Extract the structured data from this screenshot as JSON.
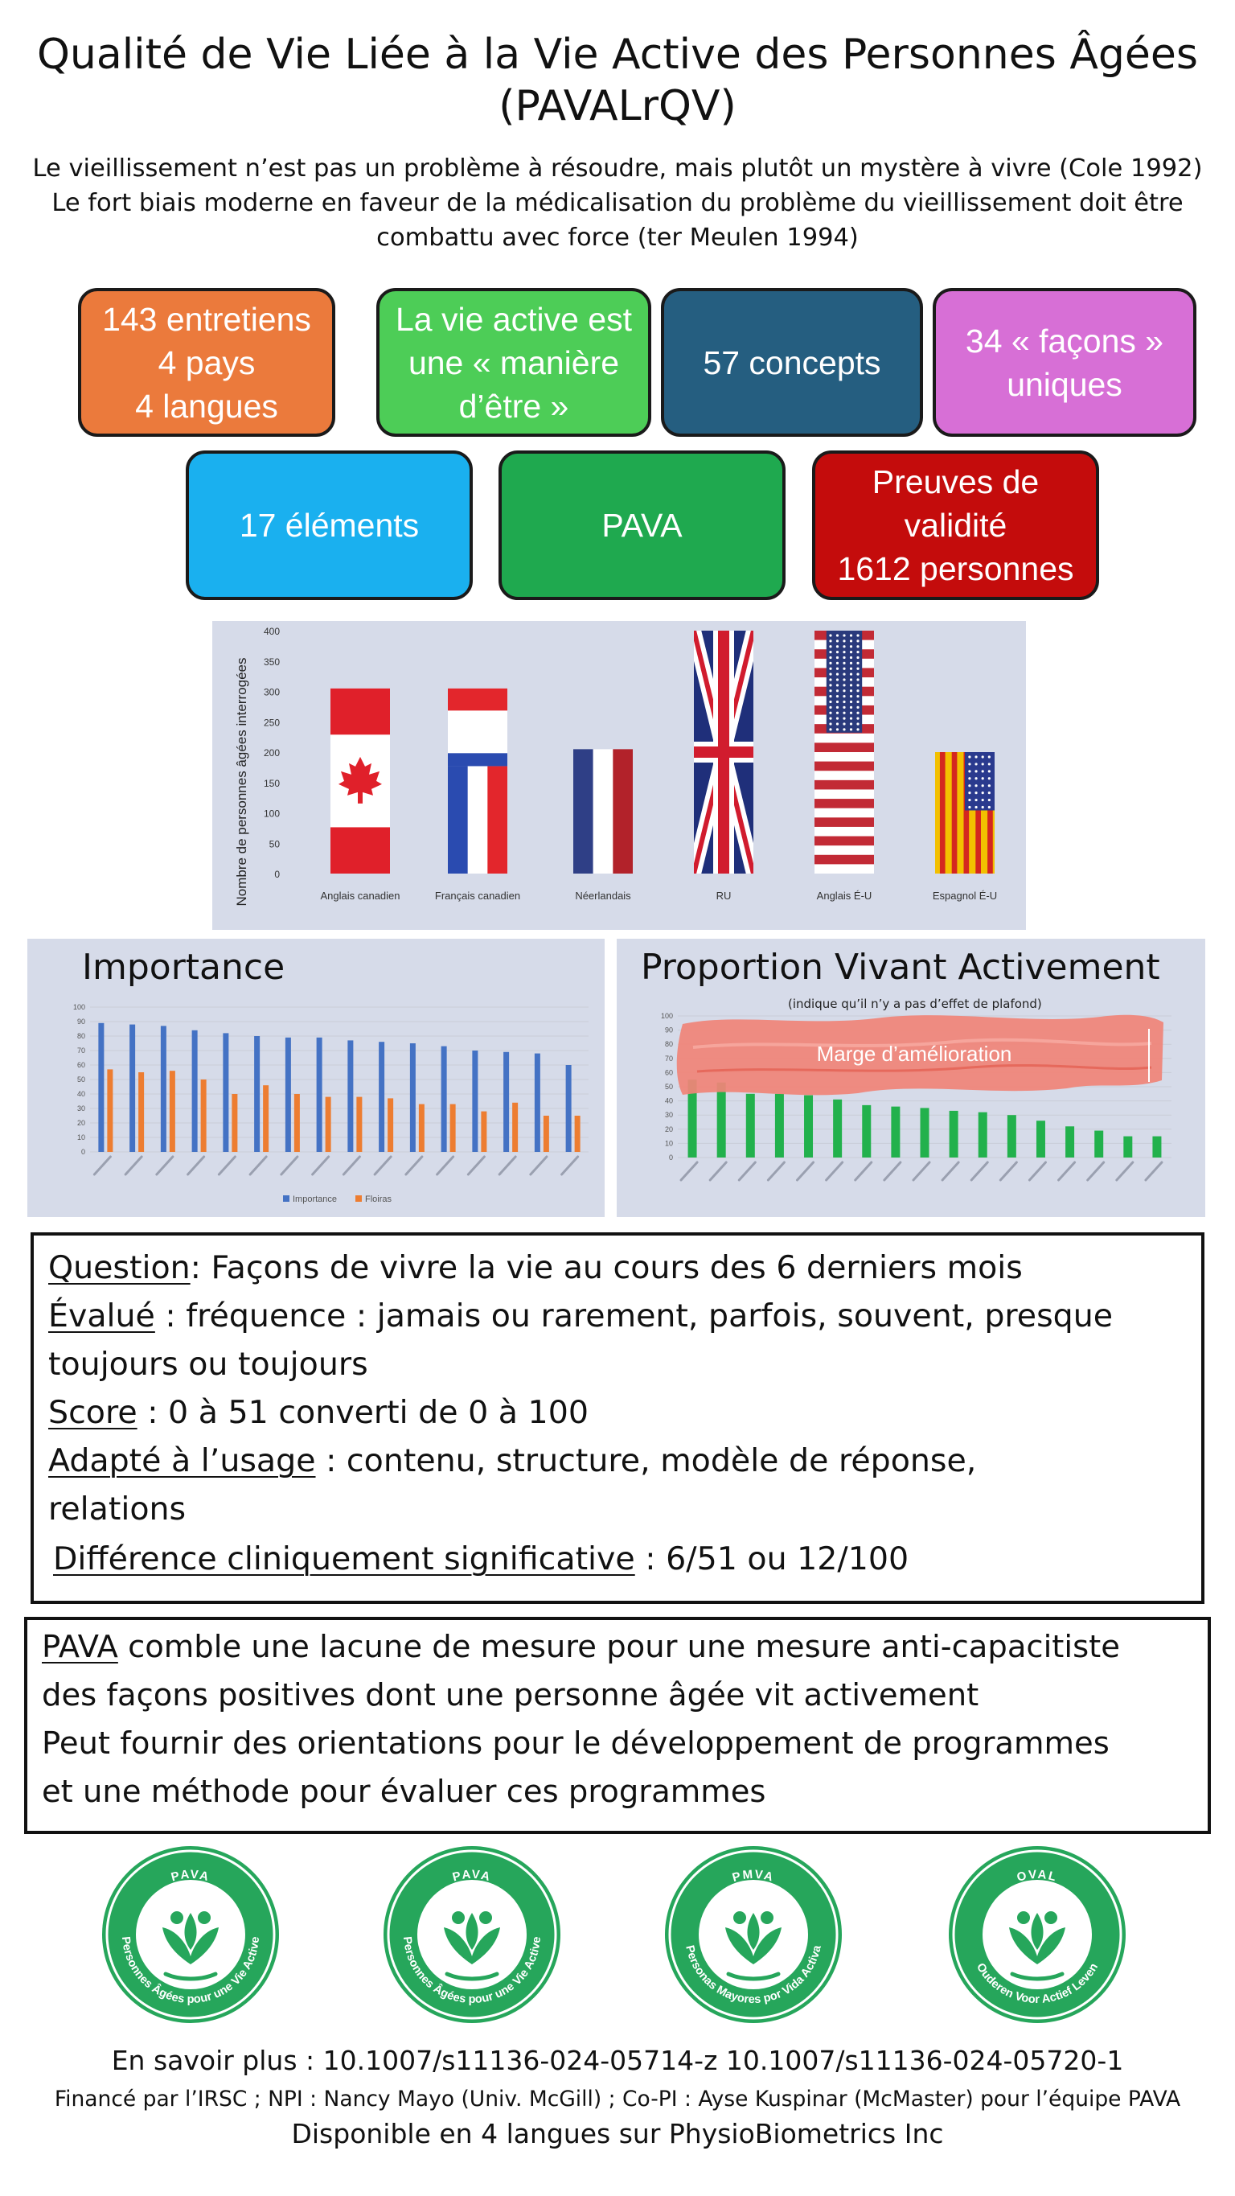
{
  "title_line1": "Qualité de Vie Liée à la Vie Active des Personnes Âgées",
  "title_line2": "(PAVALrQV)",
  "subtitle_line1": "Le vieillissement n’est pas un problème à résoudre, mais plutôt un mystère à vivre (Cole 1992)",
  "subtitle_line2": "Le fort biais moderne en faveur de la médicalisation du problème du vieillissement doit être",
  "subtitle_line3": "combattu avec force (ter Meulen 1994)",
  "boxes": [
    {
      "text": "143 entretiens\n4 pays\n4 langues",
      "color": "#eb7a3c"
    },
    {
      "text": "La vie active est\nune « manière\nd’être »",
      "color": "#4dcd57"
    },
    {
      "text": "57 concepts",
      "color": "#255e80"
    },
    {
      "text": "34 « façons »\nuniques",
      "color": "#d76fd6"
    },
    {
      "text": "17 éléments",
      "color": "#1ab0ef"
    },
    {
      "text": "PAVA",
      "color": "#1fa94f"
    },
    {
      "text": "Preuves de\nvalidité\n1612 personnes",
      "color": "#c40c0c"
    }
  ],
  "importance_title": "Importance",
  "proportion_title": "Proportion Vivant Activement",
  "proportion_subtitle": "(indique qu’il n’y a pas d’effet de plafond)",
  "marge_label": "Marge d’amélioration",
  "chart_data": [
    {
      "type": "bar",
      "ylabel": "Nombre de personnes âgées interrogées",
      "ylim": [
        0,
        400
      ],
      "yticks": [
        "0",
        "50",
        "100",
        "150",
        "200",
        "250",
        "300",
        "350",
        "400"
      ],
      "categories": [
        "Anglais canadien",
        "Français canadien",
        "Néerlandais",
        "RU",
        "Anglais É-U",
        "Espagnol É-U"
      ],
      "values": [
        305,
        305,
        205,
        400,
        400,
        200
      ],
      "grid": false
    },
    {
      "type": "bar",
      "ylim": [
        0,
        100
      ],
      "yticks": [
        "0",
        "10",
        "20",
        "30",
        "40",
        "50",
        "60",
        "70",
        "80",
        "90",
        "100"
      ],
      "series": [
        {
          "name": "Importance",
          "color": "#4472c4",
          "values": [
            89,
            88,
            87,
            84,
            82,
            80,
            79,
            79,
            77,
            76,
            75,
            73,
            70,
            69,
            68,
            60
          ]
        },
        {
          "name": "Floiras",
          "color": "#ed7d31",
          "values": [
            57,
            55,
            56,
            50,
            40,
            46,
            40,
            38,
            38,
            37,
            33,
            33,
            28,
            34,
            25,
            25
          ]
        }
      ],
      "legend": "bottom"
    },
    {
      "type": "bar",
      "ylim": [
        0,
        100
      ],
      "yticks": [
        "0",
        "10",
        "20",
        "30",
        "40",
        "50",
        "60",
        "70",
        "80",
        "90",
        "100"
      ],
      "series": [
        {
          "color": "#22b14c",
          "values": [
            55,
            53,
            45,
            45,
            44,
            41,
            37,
            36,
            35,
            33,
            32,
            30,
            26,
            22,
            19,
            15,
            15
          ]
        }
      ]
    }
  ],
  "question": {
    "q_label": "Question",
    "q_text": ": Façons de vivre la vie au cours des 6 derniers mois",
    "e_label": "Évalué",
    "e_text": " : fréquence : jamais ou rarement, parfois, souvent, presque",
    "e_text2": "toujours ou toujours",
    "s_label": "Score",
    "s_text": " : 0 à 51 converti de 0 à 100",
    "a_label": "Adapté à l’usage",
    "a_text": " : contenu, structure, modèle de réponse,",
    "a_text2": "relations",
    "d_label": "Différence cliniquement significative",
    "d_text": " : 6/51 ou 12/100"
  },
  "pava_box": {
    "label": "PAVA",
    "line1": " comble une lacune de mesure pour une mesure anti-capacitiste",
    "line2": "des façons positives dont une personne âgée vit activement",
    "line3": "Peut fournir des orientations pour le développement de programmes",
    "line4": "et une méthode pour évaluer ces programmes"
  },
  "logos": [
    {
      "top": "PAVA",
      "ring": "Personnes Âgées pour une Vie Active"
    },
    {
      "top": "PAVA",
      "ring": "Personnes Âgées pour une Vie Active"
    },
    {
      "top": "PMVA",
      "ring": "Personas Mayores por Vida Activa"
    },
    {
      "top": "OVAL",
      "ring": "Ouderen Voor Actief Leven"
    }
  ],
  "footer": {
    "line1": "En savoir plus : 10.1007/s11136-024-05714-z     10.1007/s11136-024-05720-1",
    "line2": "Financé par l’IRSC ; NPI : Nancy Mayo (Univ. McGill) ; Co-PI : Ayse Kuspinar (McMaster) pour l’équipe PAVA",
    "line3": "Disponible en 4 langues sur PhysioBiometrics Inc"
  }
}
